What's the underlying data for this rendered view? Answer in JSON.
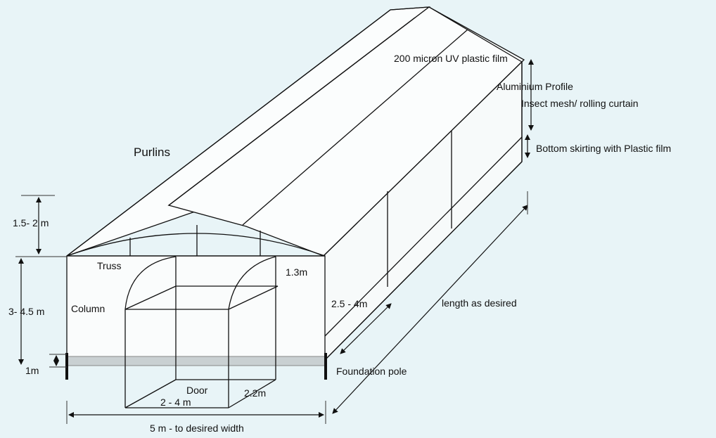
{
  "labels": {
    "film": "200 micron UV plastic film",
    "aluminium": "Aluminium Profile",
    "insect": "Insect mesh/ rolling curtain",
    "skirting": "Bottom skirting with Plastic film",
    "purlins": "Purlins",
    "rise": "1.5- 2 m",
    "truss": "Truss",
    "gutter": "1.3m",
    "column": "Column",
    "height": "3- 4.5 m",
    "bay": "2.5 - 4m",
    "length": "length as desired",
    "base": "1m",
    "foundation": "Foundation pole",
    "door": "Door",
    "door_depth": "2.2m",
    "door_width": "2 - 4 m",
    "width": "5 m - to desired width"
  },
  "colors": {
    "background": "#e8f4f7",
    "line": "#111111",
    "foundation_strip": "#9aa3a6"
  }
}
